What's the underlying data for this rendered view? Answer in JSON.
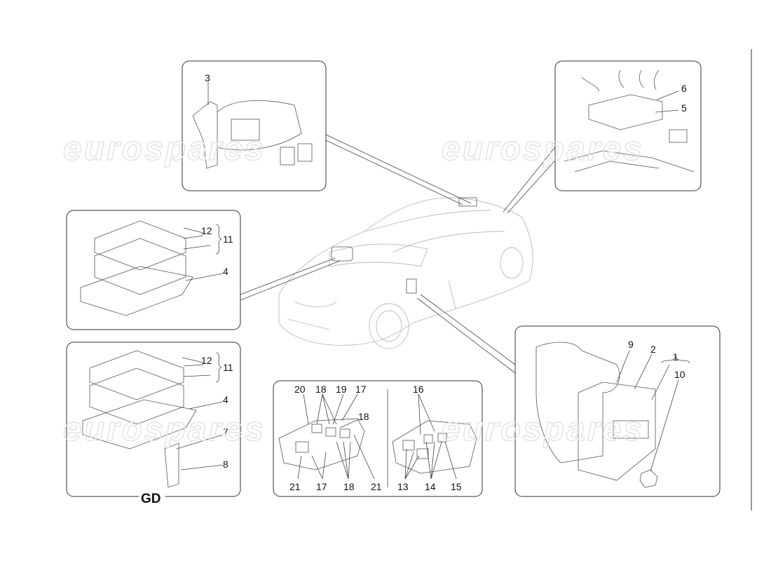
{
  "watermark": "eurospares",
  "labels": {
    "p1": [
      "3"
    ],
    "p2": [
      "6",
      "5"
    ],
    "p3": [
      "12",
      "11",
      "4"
    ],
    "p4": [
      "12",
      "11",
      "4",
      "7",
      "8"
    ],
    "p4_title": "GD",
    "p5": [
      "20",
      "18",
      "19",
      "17",
      "18",
      "21",
      "17",
      "18",
      "21",
      "16",
      "13",
      "14",
      "15"
    ],
    "p6": [
      "9",
      "2",
      "1",
      "10"
    ]
  }
}
